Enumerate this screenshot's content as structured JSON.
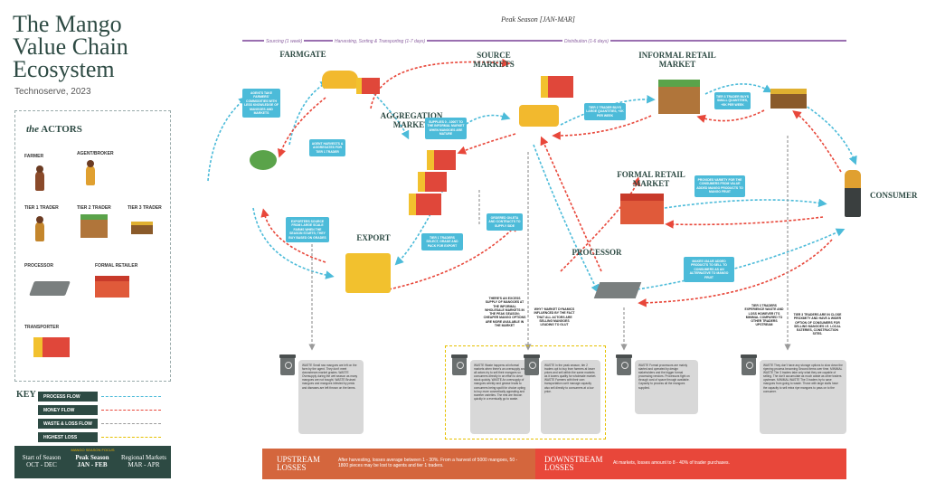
{
  "header": {
    "title": "The Mango Value Chain Ecosystem",
    "credit": "Technoserve, 2023",
    "peak": "Peak Season [JAN-MAR]"
  },
  "phases": {
    "sourcing": "Sourcing (1 week)",
    "harvesting": "Harvesting, Sorting & Transporting (1-7 days)",
    "distribution": "Distribution (1-6 days)"
  },
  "actors": {
    "title_em": "the",
    "title": "ACTORS",
    "items": [
      "FARMER",
      "AGENT/BROKER",
      "TIER 1 TRADER",
      "TIER 2 TRADER",
      "TIER 3 TRADER",
      "PROCESSOR",
      "FORMAL RETAILER",
      "TRANSPORTER"
    ]
  },
  "key": {
    "title": "KEY",
    "items": [
      {
        "label": "PROCESS FLOW",
        "color": "#4cbbd9"
      },
      {
        "label": "MONEY FLOW",
        "color": "#e8473a"
      },
      {
        "label": "WASTE & LOSS FLOW",
        "color": "#9a9a9a"
      },
      {
        "label": "HIGHEST LOSS",
        "color": "#e6c100"
      }
    ]
  },
  "season": {
    "heading": "MANGO SEASON FOCUS",
    "start_label": "Start of Season",
    "start_dates": "OCT - DEC",
    "peak_label": "Peak Season",
    "peak_dates": "JAN - FEB",
    "regional_label": "Regional Markets",
    "regional_dates": "MAR - APR"
  },
  "stages": {
    "farmgate": "FARMGATE",
    "source": "SOURCE MARKETS",
    "informal": "INFORMAL RETAIL MARKET",
    "aggregation": "AGGREGATION MARKET",
    "formal": "FORMAL RETAIL MARKET",
    "export": "EXPORT",
    "processor": "PROCESSOR",
    "consumer": "CONSUMER"
  },
  "callouts": [
    "AGENTS TAKE FARMERS' COMMODITIES WITH LESS KNOWLEDGE OF MANGOES AND MARKETS",
    "AGENT HARVESTS & AGGREGATES FOR TIER 1 TRADER",
    "SUPPLIES 0 - 1000T TO THE INFORMAL MARKET WHEN MANGOES ARE MATURE",
    "TIER 2 TRADER BUYS LARGE QUANTITIES, +2K PER WEEK",
    "TIER 3 TRADER BUYS SMALL QUANTITIES, +5K PER WEEK",
    "EXPORTERS SOURCE FROM LARGE SCALE FARMS WHEN THE SEASON STARTS; THEY BUY BASED ON GRADES",
    "TIER 1 TRADERS SELECT, GRADE AND PACK FOR EXPORT",
    "ORDERED ON-ETA AND CONTRACTS TO SUPPLY SIDE",
    "PROVIDES VARIETY FOR THE CONSUMERS FROM VALUE ADDED MANGO PRODUCTS TO MANGO FRUIT",
    "MAKES VALUE ADDED PRODUCTS TO SELL TO CONSUMERS AS AN ALTERNATIVE TO MANGO FRUIT"
  ],
  "notes": {
    "excess": "THERE'S AN EXCESS SUPPLY OF MANGOES AT THE INFORMAL WHOLESALE MARKETS IN THE PEAK SEASON; CHEAPER MANGO OPTIONS ARE MORE AVAILABLE IN THE MARKET",
    "dynamics": "WHY? MARKET DYNAMICS INFLUENCED BY THE FACT THAT ALL ACTORS ARE SELLING MANGOES LEADING TO GLUT",
    "tier3": "TIER 3 TRADERS EXPERIENCE WASTE AND LOSS HOWEVER IT'S MINIMAL COMPARED TO OTHER TRADERS UPSTREAM",
    "tier3b": "TIER 3 TRADERS ARE IN CLOSE PROXIMITY AND HAVE A WIDER OPTION OF CONSUMERS FOR SELLING MANGOES I.E. LOCAL EATERIES, CONSTRUCTION SITES."
  },
  "waste": {
    "w1": "WASTE Small raw mangoes are left on the farm by the agent. They don't meet downstream market grades. WASTE Oversupply during the wet season as many mangoes are not bought. WASTE Bruised mangoes and mangoes infested by pests and diseases are left thrown on the farms.",
    "w2": "WASTE Waste happens at informal markets when there's an oversupply and all actors try to sell their mangoes so consumers directly in an effort to clear stock quickly. WASTE An oversupply of mangoes weekly and grease leads to consumers being spoilt for choice opting to buy more cosmetically appealing and sweeter varieties. The rest are thrown quickly in a eventually go to waste.",
    "w3": "WASTE In the peak season, tier 2 traders opt to buy from farmers at lower prices and sell within the same markets as it lowers quality for wholesale market. WASTE Farmers with their own transportation can't manage capacity also sell directly to consumers at a low price.",
    "w4": "WASTE Formal processors are mainly started and operated by design stakeholders and the bigger formal processing vendors. Processors fight on through cost of space through available. Capacity to process all the mangoes supplied.",
    "w5": "WASTE They don't have any storage options to slow down the ripening process becoming Second items over time. MINIMAL WASTE Tier 3 traders take only what they are capable of selling. The don't accumulate as much waste as other traders upstream. MINIMAL WASTE The 3 traders try to save mangoes from going to waste. Those with large stalls have the capacity to sell extra ripe mangoes to pass on to the consumer."
  },
  "losses": {
    "upstream_title": "UPSTREAM LOSSES",
    "upstream_text": "After harvesting, losses average between 1 - 30%. From a harvest of 5000 mangoes, 50 - 1800 pieces may be lost to agents and tier 1 traders.",
    "downstream_title": "DOWNSTREAM LOSSES",
    "downstream_text": "At markets, losses amount to 8 - 40% of trader purchases."
  },
  "colors": {
    "process": "#4cbbd9",
    "money": "#e8473a",
    "waste": "#9a9a9a",
    "highlight": "#e6c100",
    "brand": "#2d4a43"
  }
}
